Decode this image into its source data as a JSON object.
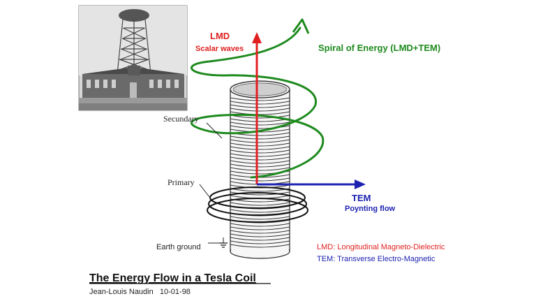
{
  "title": "The Energy Flow in a Tesla Coil",
  "author_line": "Jean-Louis Naudin   10-01-98",
  "labels": {
    "lmd": "LMD",
    "scalar": "Scalar waves",
    "spiral": "Spiral of Energy (LMD+TEM)",
    "tem": "TEM",
    "poynting": "Poynting flow",
    "secondary": "Secundary",
    "primary": "Primary",
    "earth": "Earth ground"
  },
  "legend": {
    "lmd_def": "LMD: Longitudinal Magneto-Dielectric",
    "tem_def": "TEM: Transverse Electro-Magnetic"
  },
  "colors": {
    "red": "#e02020",
    "blue": "#1c22b0",
    "green": "#1e8a1e",
    "ink": "#222222"
  }
}
